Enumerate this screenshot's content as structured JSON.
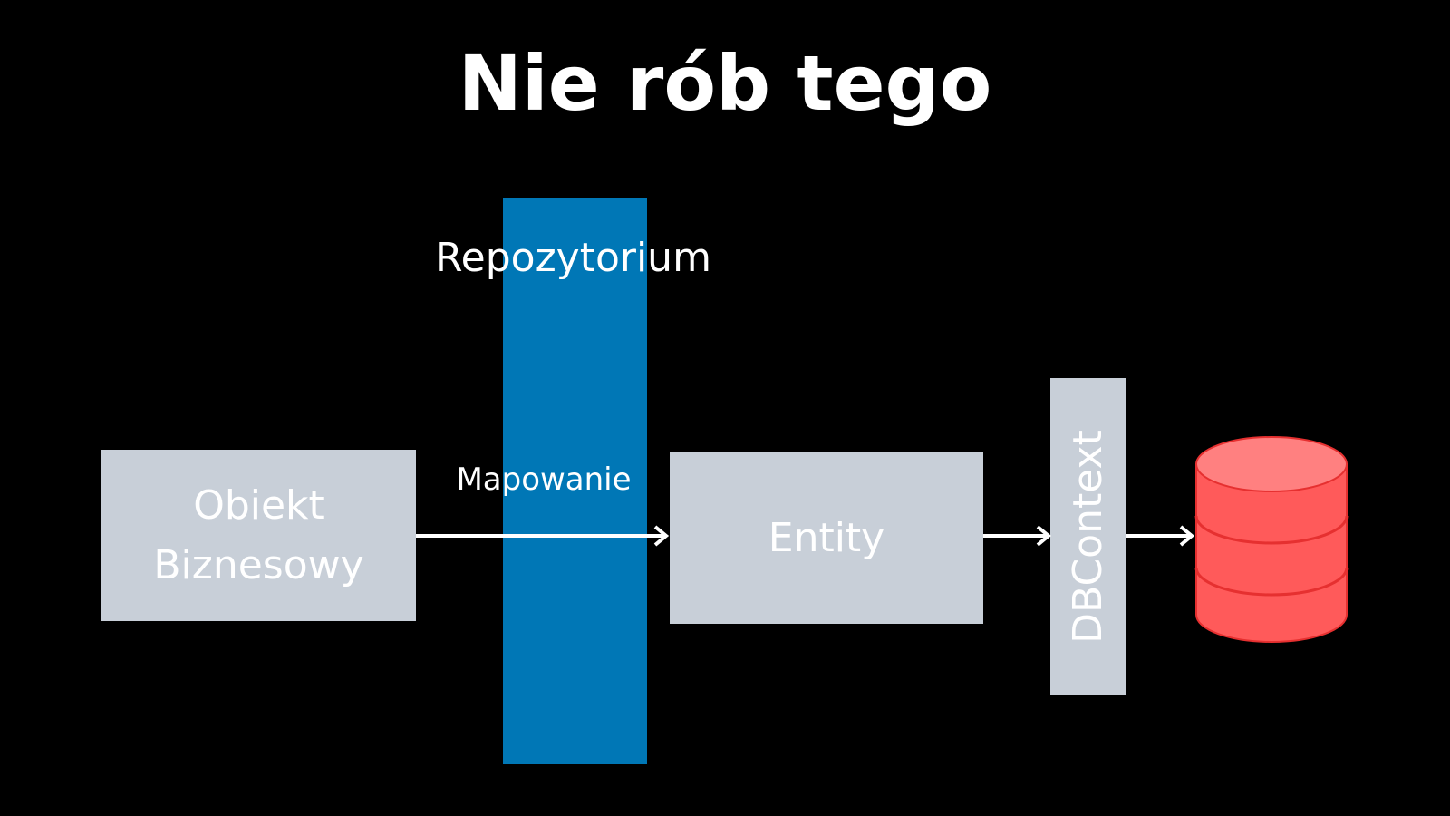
{
  "title": "Nie rób tego",
  "repository": {
    "label": "Repozytorium"
  },
  "mapping": {
    "label": "Mapowanie"
  },
  "nodes": {
    "business_object": {
      "line1": "Obiekt",
      "line2": "Biznesowy"
    },
    "entity": {
      "label": "Entity"
    },
    "dbcontext": {
      "label": "DBContext"
    },
    "database": {
      "icon": "database-icon"
    }
  },
  "colors": {
    "background": "#000000",
    "text": "#ffffff",
    "box_fill": "#c8cfd8",
    "repository_bar": "#0077b6",
    "database_fill": "#ff5a5a",
    "database_top": "#ff8080",
    "database_stroke": "#e63030",
    "arrow": "#ffffff"
  }
}
